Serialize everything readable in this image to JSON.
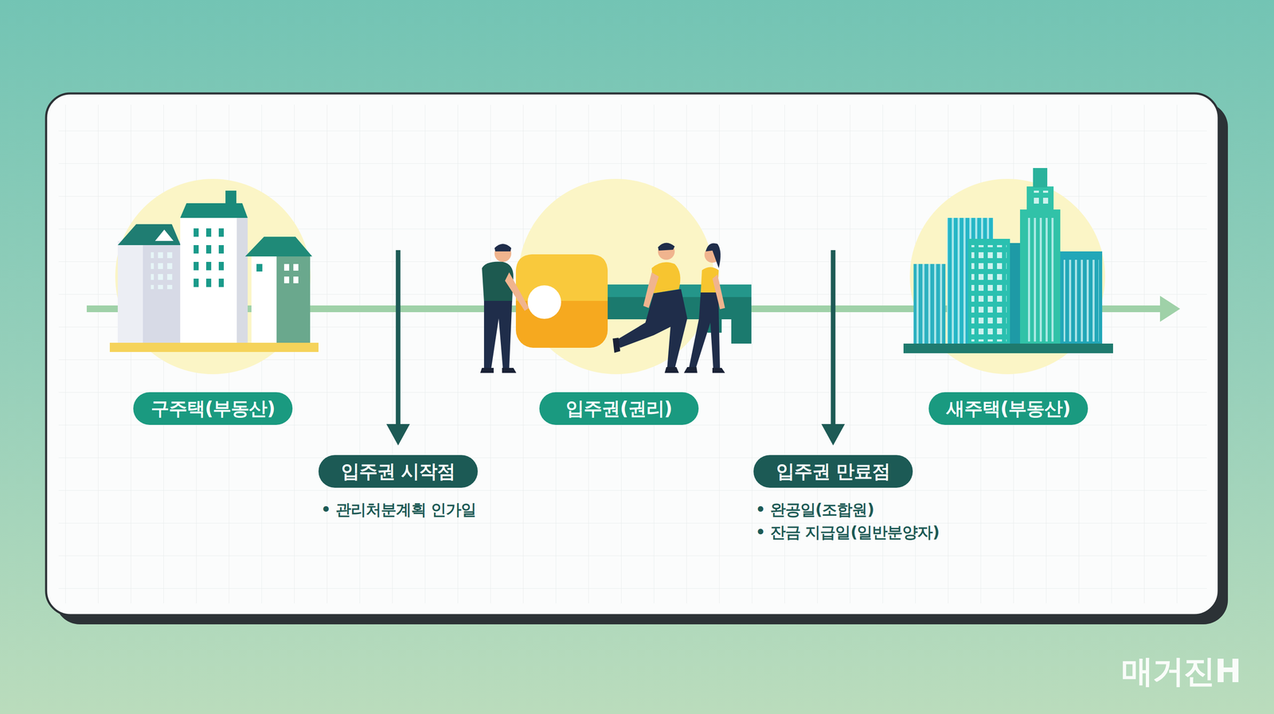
{
  "diagram": {
    "nodes": [
      {
        "text": [
          "구주택(부동산)"
        ]
      },
      {
        "text": [
          "입주권(권리)"
        ]
      },
      {
        "text": [
          "새주택(부동산)"
        ]
      },
      {
        "text": [
          "입주권 시작점"
        ]
      },
      {
        "text": [
          "입주권 만료점"
        ]
      }
    ],
    "labels": [
      "• 관리처분계획 인가일",
      "• 완공일(조합원)",
      "• 잔금 지급일(일반분양자)",
      "매거진H"
    ]
  }
}
